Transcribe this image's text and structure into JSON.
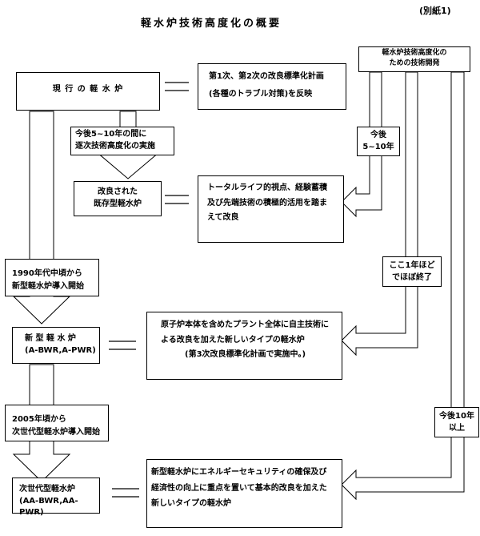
{
  "annex_label": "(別紙1)",
  "title": "軽水炉技術高度化の概要",
  "right_header": {
    "lines": [
      "軽水炉技術高度化の",
      "ための技術開発"
    ]
  },
  "stages": [
    {
      "label": "現 行 の 軽 水 炉",
      "lines": [
        "第1次、第2次の改良標準化計画",
        "(各種のトラブル対策)を反映"
      ]
    },
    {
      "label_lines": [
        "改良された",
        "既存型軽水炉"
      ],
      "lines": [
        "トータルライフ的視点、経験蓄積",
        "及び先端技術の積極的活用を踏ま",
        "えて改良"
      ]
    },
    {
      "label_lines": [
        "新 型 軽 水 炉",
        "(A-BWR,A-PWR)"
      ],
      "lines": [
        "原子炉本体を含めたプラント全体に自主技術に",
        "よる改良を加えた新しいタイプの軽水炉",
        "(第3次改良標準化計画で実施中。)"
      ]
    },
    {
      "label_lines": [
        "次世代型軽水炉",
        "(AA-BWR,AA-PWR)"
      ],
      "lines": [
        "新型軽水炉にエネルギーセキュリティの確保及び",
        "経済性の向上に重点を置いて基本的改良を加えた",
        "新しいタイプの軽水炉"
      ]
    }
  ],
  "transitions": [
    {
      "lines": [
        "今後5~10年の間に",
        "逐次技術高度化の実施"
      ]
    },
    {
      "lines": [
        "1990年代中頃から",
        "新型軽水炉導入開始"
      ]
    },
    {
      "lines": [
        "2005年頃から",
        "次世代型軽水炉導入開始"
      ]
    }
  ],
  "timeline_labels": [
    {
      "lines": [
        "今後",
        "5~10年"
      ]
    },
    {
      "lines": [
        "ここ1年ほど",
        "でほぼ終了"
      ]
    },
    {
      "lines": [
        "今後10年",
        "以上"
      ]
    }
  ]
}
